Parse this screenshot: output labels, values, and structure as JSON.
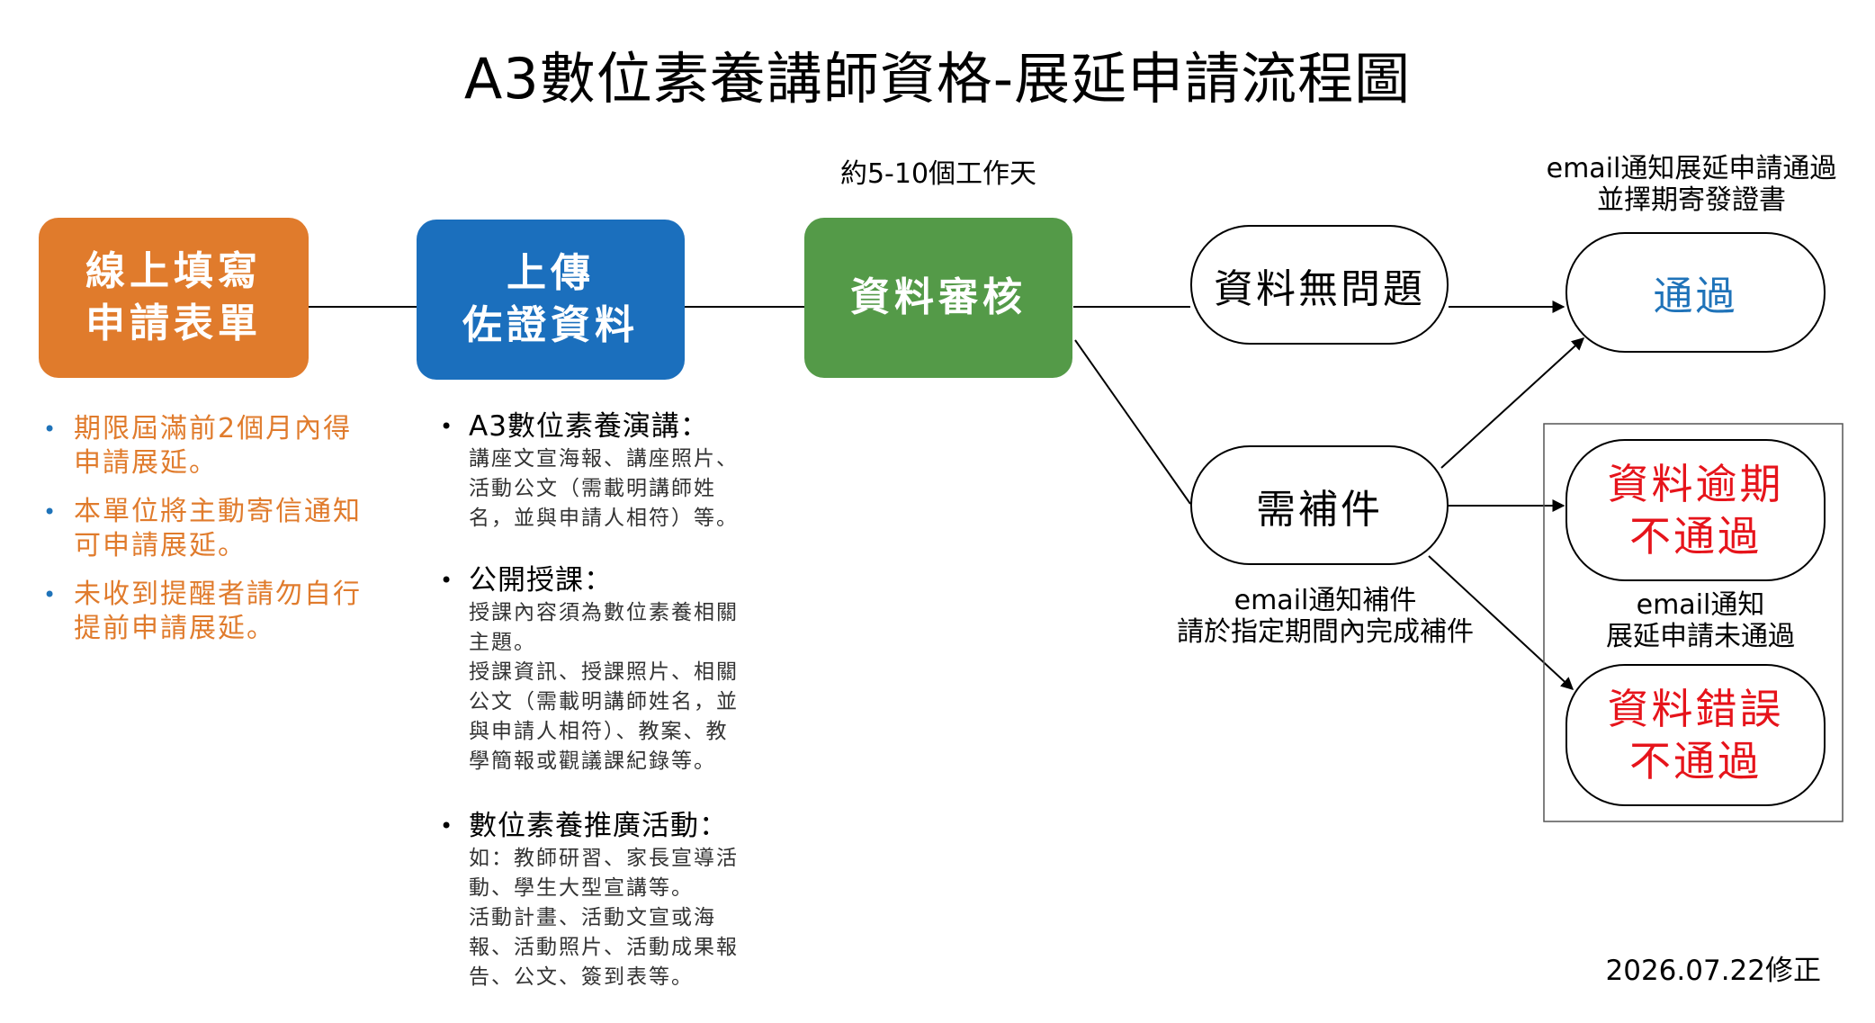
{
  "title": "A3數位素養講師資格-展延申請流程圖",
  "colors": {
    "step1": "#e07b2c",
    "step2": "#1b6fbd",
    "step3": "#549a48",
    "pass_text": "#1f73b9",
    "fail_text": "#e6141b"
  },
  "steps": {
    "step1": [
      "線上填寫",
      "申請表單"
    ],
    "step2": [
      "上傳",
      "佐證資料"
    ],
    "step3": "資料審核"
  },
  "review_time_note": "約5-10個工作天",
  "nodes": {
    "no_problem": "資料無問題",
    "need_supplement": "需補件",
    "pass": "通過",
    "fail_overdue": [
      "資料逾期",
      "不通過"
    ],
    "fail_error": [
      "資料錯誤",
      "不通過"
    ]
  },
  "notes": {
    "pass_email": [
      "email通知展延申請通過",
      "並擇期寄發證書"
    ],
    "supplement_email": [
      "email通知補件",
      "請於指定期間內完成補件"
    ],
    "fail_email": [
      "email通知",
      "展延申請未通過"
    ]
  },
  "left_bullets": [
    [
      "期限屆滿前2個月內得",
      "申請展延。"
    ],
    [
      "本單位將主動寄信通知",
      "可申請展延。"
    ],
    [
      "未收到提醒者請勿自行",
      "提前申請展延。"
    ]
  ],
  "evidence_sections": [
    {
      "title": "A3數位素養演講：",
      "lines": [
        "講座文宣海報、講座照片、",
        "活動公文（需載明講師姓",
        "名，並與申請人相符）等。"
      ]
    },
    {
      "title": "公開授課：",
      "lines": [
        "授課內容須為數位素養相關",
        "主題。",
        "授課資訊、授課照片、相關",
        "公文（需載明講師姓名，並",
        "與申請人相符）、教案、教",
        "學簡報或觀議課紀錄等。"
      ]
    },
    {
      "title": "數位素養推廣活動：",
      "lines": [
        "如：教師研習、家長宣導活",
        "動、學生大型宣講等。",
        "活動計畫、活動文宣或海",
        "報、活動照片、活動成果報",
        "告、公文、簽到表等。"
      ]
    }
  ],
  "revision_note": "2026.07.22修正"
}
